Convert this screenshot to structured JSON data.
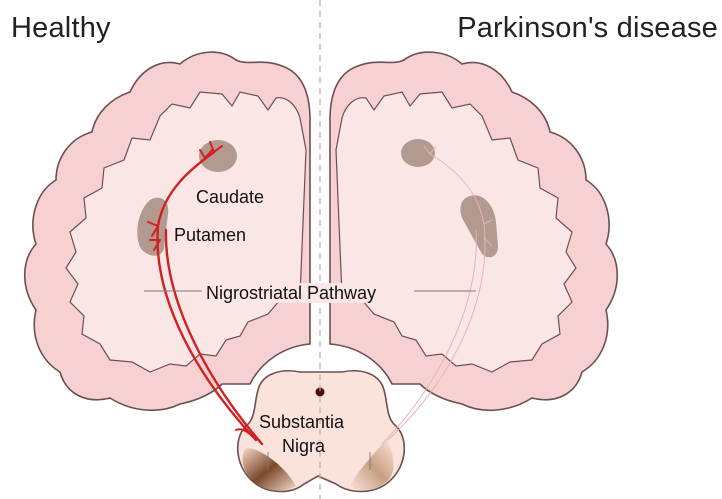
{
  "titles": {
    "left": "Healthy",
    "right": "Parkinson's disease"
  },
  "labels": {
    "caudate": "Caudate",
    "putamen": "Putamen",
    "pathway": "Nigrostriatal Pathway",
    "substantia_nigra_line1": "Substantia",
    "substantia_nigra_line2": "Nigra"
  },
  "colors": {
    "cortex_outline": "#6b5050",
    "cortex_fill": "#f7d1d1",
    "white_matter": "#fbe6e6",
    "nucleus_fill": "#b39a90",
    "pathway_healthy": "#d42020",
    "pathway_disease": "#e6b4b4",
    "substantia_nigra": "#7a4a28",
    "midline": "#b8a8a8"
  }
}
